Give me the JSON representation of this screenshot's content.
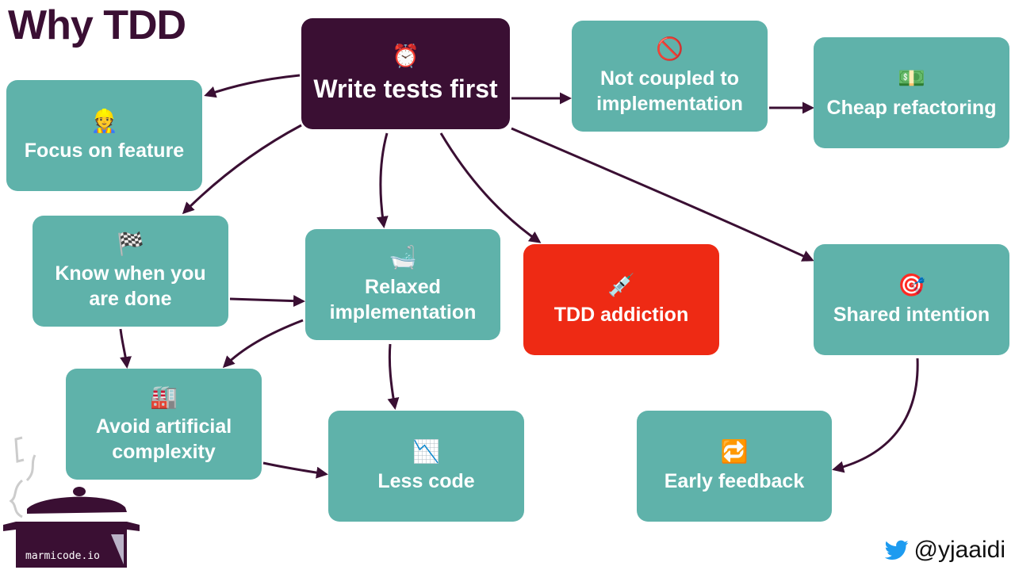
{
  "title": "Why TDD",
  "nodes": {
    "write_tests_first": {
      "emoji": "⏰",
      "label": "Write tests first"
    },
    "focus_on_feature": {
      "emoji": "👷",
      "label": "Focus on feature"
    },
    "not_coupled": {
      "emoji": "🚫",
      "label": "Not coupled to implementation"
    },
    "cheap_refactoring": {
      "emoji": "💵",
      "label": "Cheap refactoring"
    },
    "know_when_done": {
      "emoji": "🏁",
      "label": "Know when you are done"
    },
    "relaxed_impl": {
      "emoji": "🛁",
      "label": "Relaxed implementation"
    },
    "tdd_addiction": {
      "emoji": "💉",
      "label": "TDD addiction"
    },
    "shared_intention": {
      "emoji": "🎯",
      "label": "Shared intention"
    },
    "avoid_complexity": {
      "emoji": "🏭",
      "label": "Avoid artificial complexity"
    },
    "less_code": {
      "emoji": "📉",
      "label": "Less code"
    },
    "early_feedback": {
      "emoji": "🔁",
      "label": "Early feedback"
    }
  },
  "colors": {
    "teal": "#5fb2aa",
    "dark_purple": "#3a0f33",
    "red": "#ee2a14",
    "arrow": "#3a0f33"
  },
  "logo": {
    "text": "marmicode.io",
    "icon": "cooking-pot-icon"
  },
  "handle": {
    "icon": "twitter-bird-icon",
    "text": "@yjaaidi"
  }
}
